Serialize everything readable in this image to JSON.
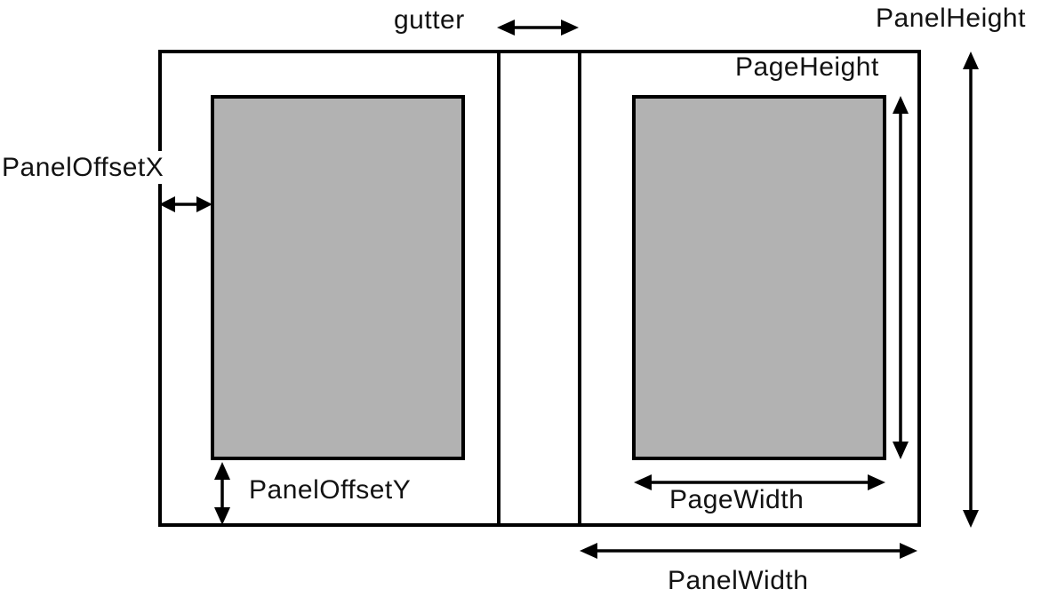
{
  "diagram": {
    "labels": {
      "gutter": "gutter",
      "panel_height": "PanelHeight",
      "page_height": "PageHeight",
      "panel_offset_x": "PanelOffsetX",
      "panel_offset_y": "PanelOffsetY",
      "page_width": "PageWidth",
      "panel_width": "PanelWidth"
    },
    "annotations": [
      {
        "label": "gutter",
        "orientation": "horizontal",
        "measures": "space between the two panels"
      },
      {
        "label": "PanelHeight",
        "orientation": "vertical",
        "measures": "full height of a panel"
      },
      {
        "label": "PageHeight",
        "orientation": "vertical",
        "measures": "height of the gray page area"
      },
      {
        "label": "PanelOffsetX",
        "orientation": "horizontal",
        "measures": "gap between panel edge and page left edge"
      },
      {
        "label": "PanelOffsetY",
        "orientation": "vertical",
        "measures": "gap between page bottom and panel bottom"
      },
      {
        "label": "PageWidth",
        "orientation": "horizontal",
        "measures": "width of the gray page area"
      },
      {
        "label": "PanelWidth",
        "orientation": "horizontal",
        "measures": "full width of a panel"
      }
    ],
    "colors": {
      "page_fill": "#b2b2b2",
      "line": "#000000",
      "background": "#ffffff"
    }
  }
}
